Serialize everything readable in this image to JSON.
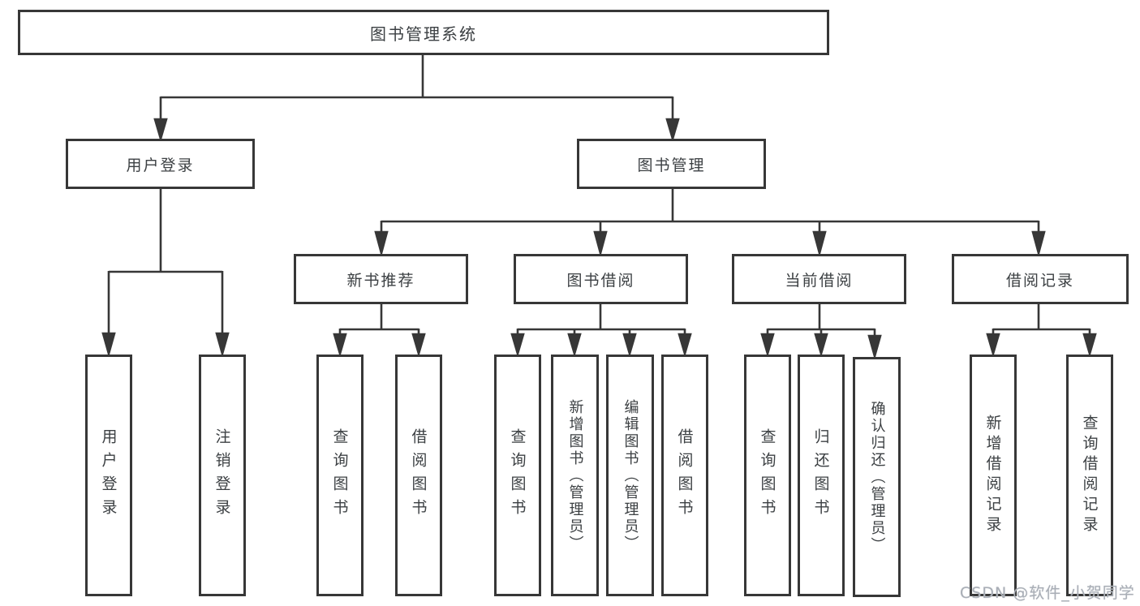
{
  "diagram": {
    "root": "图书管理系统",
    "level2": [
      "用户登录",
      "图书管理"
    ],
    "level3": [
      "新书推荐",
      "图书借阅",
      "当前借阅",
      "借阅记录"
    ],
    "leaves": {
      "user_login": [
        "用户登录",
        "注销登录"
      ],
      "new_book": [
        "查询图书",
        "借阅图书"
      ],
      "book_borrow": [
        "查询图书",
        "新增图书（管理员）",
        "编辑图书（管理员）",
        "借阅图书"
      ],
      "current_borrow": [
        "查询图书",
        "归还图书",
        "确认归还（管理员）"
      ],
      "borrow_record": [
        "新增借阅记录",
        "查询借阅记录"
      ]
    }
  },
  "colors": {
    "line": "#373737",
    "text": "#3c4043",
    "watermark": "#a9aeb6",
    "background": "#ffffff"
  },
  "watermark": "CSDN @软件_小贺同学"
}
